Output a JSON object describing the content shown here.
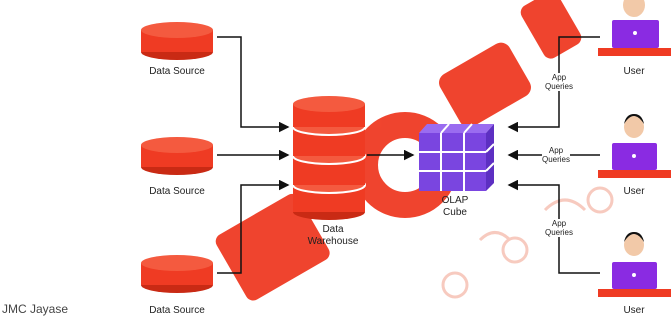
{
  "colors": {
    "db_red": "#ef3b23",
    "db_red_dark": "#c92a14",
    "cube_purple": "#7a45e0",
    "cube_purple_light": "#9a6cf0",
    "arrow": "#111111",
    "watermark": "#f24a2a",
    "laptop_purple": "#8a2be2"
  },
  "nodes": {
    "source_1": {
      "label": "Data Source"
    },
    "source_2": {
      "label": "Data Source"
    },
    "source_3": {
      "label": "Data Source"
    },
    "warehouse": {
      "label_line1": "Data",
      "label_line2": "Warehouse"
    },
    "cube": {
      "label_line1": "OLAP",
      "label_line2": "Cube"
    },
    "user_1": {
      "label": "User"
    },
    "user_2": {
      "label": "User"
    },
    "user_3": {
      "label": "User"
    }
  },
  "edges": {
    "queries_1": {
      "line1": "App",
      "line2": "Queries"
    },
    "queries_2": {
      "line1": "App",
      "line2": "Queries"
    },
    "queries_3": {
      "line1": "App",
      "line2": "Queries"
    }
  },
  "credit": "JMC Jayase"
}
